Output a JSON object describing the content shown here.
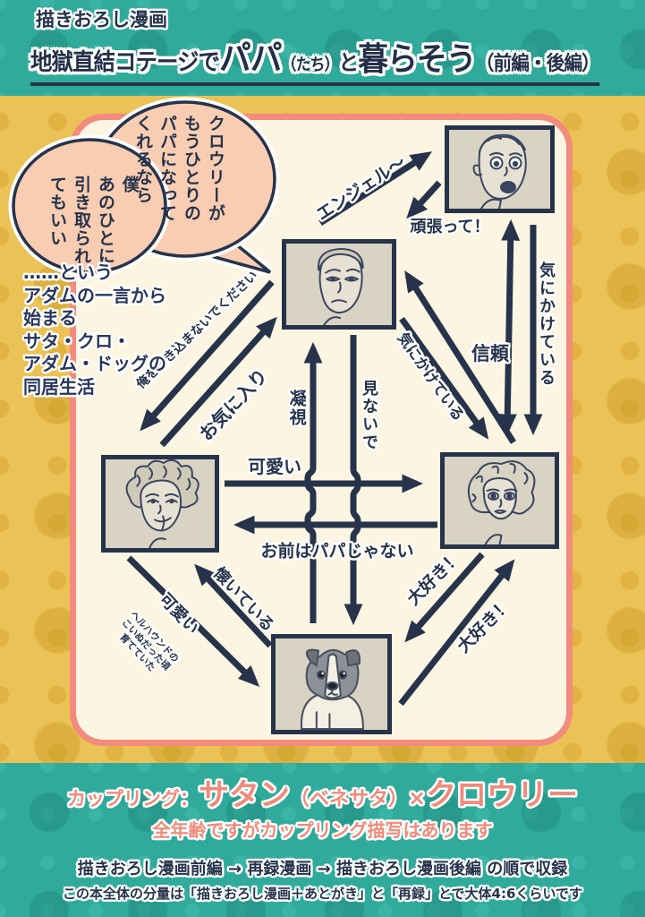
{
  "colors": {
    "teal": "#2faa9b",
    "yellow": "#ebc255",
    "cream": "#fbf5e2",
    "salmon": "#f28b7d",
    "navy": "#26334b",
    "peach": "#f8cdb2",
    "coral": "#f08a7a",
    "portrait_bg": "#d9d3c4"
  },
  "header": {
    "tag": "描きおろし漫画",
    "title": {
      "part1": "地獄直結コテージで",
      "papa": "パパ",
      "tachi": "（たち）",
      "to": "と",
      "kurasou": "暮らそう",
      "hen": "（前編・後編）"
    }
  },
  "bubble": {
    "right": "クロウリーが\nもうひとりの\nパパになって\nくれるなら",
    "left": "僕\nあのひとに\n引き取られ\nてもいい"
  },
  "intro": "……という\nアダムの一言から\n始まる\nサタ・クロ・\nアダム・ドッグの\n同居生活",
  "portraits": [
    {
      "position": "top-right",
      "depicts": "surprised-man"
    },
    {
      "position": "center",
      "depicts": "worried-man"
    },
    {
      "position": "left",
      "depicts": "smirking-curly-haired-man"
    },
    {
      "position": "right",
      "depicts": "wavy-haired-youth"
    },
    {
      "position": "bottom",
      "depicts": "puppy"
    }
  ],
  "arrows": [
    {
      "from": "center",
      "to": "top-right",
      "label": "エンジェル〜"
    },
    {
      "from": "top-right",
      "to": "center",
      "label": "頑張って！"
    },
    {
      "from": "right",
      "to": "top-right",
      "direction": "both",
      "label": ""
    },
    {
      "from": "top-right",
      "to": "right",
      "label": "気にかけている"
    },
    {
      "from": "right",
      "to": "center",
      "label": "信頼"
    },
    {
      "from": "center",
      "to": "right",
      "label": "気にかけている"
    },
    {
      "from": "left",
      "to": "center",
      "label": "お気に入り"
    },
    {
      "from": "center",
      "to": "left",
      "label": "俺を巻き込まないでください"
    },
    {
      "from": "dog",
      "to": "center",
      "label": "凝視"
    },
    {
      "from": "center",
      "to": "dog",
      "label": "見ないで"
    },
    {
      "from": "left",
      "to": "right",
      "label": "可愛い"
    },
    {
      "from": "right",
      "to": "left",
      "label": "お前はパパじゃない"
    },
    {
      "from": "right",
      "to": "dog",
      "label": "大好き！"
    },
    {
      "from": "dog",
      "to": "right",
      "label": "大好き！"
    },
    {
      "from": "dog",
      "to": "left",
      "label": "懐いている"
    },
    {
      "from": "left",
      "to": "dog",
      "label": "可愛い",
      "sublabel": "ヘルハウンドの\nこいぬだった頃\n育てていた"
    }
  ],
  "coupling": {
    "prefix": "カップリング：",
    "name1": "サタン",
    "name1_note": "（ベネサタ）",
    "cross": "×",
    "name2": "クロウリー",
    "rating": "全年齢ですがカップリング描写はあります"
  },
  "footer": {
    "order": "描きおろし漫画前編 → 再録漫画 → 描きおろし漫画後編 の順で収録",
    "ratio": "この本全体の分量は「描きおろし漫画＋あとがき」と「再録」とで大体4:6くらいです"
  }
}
